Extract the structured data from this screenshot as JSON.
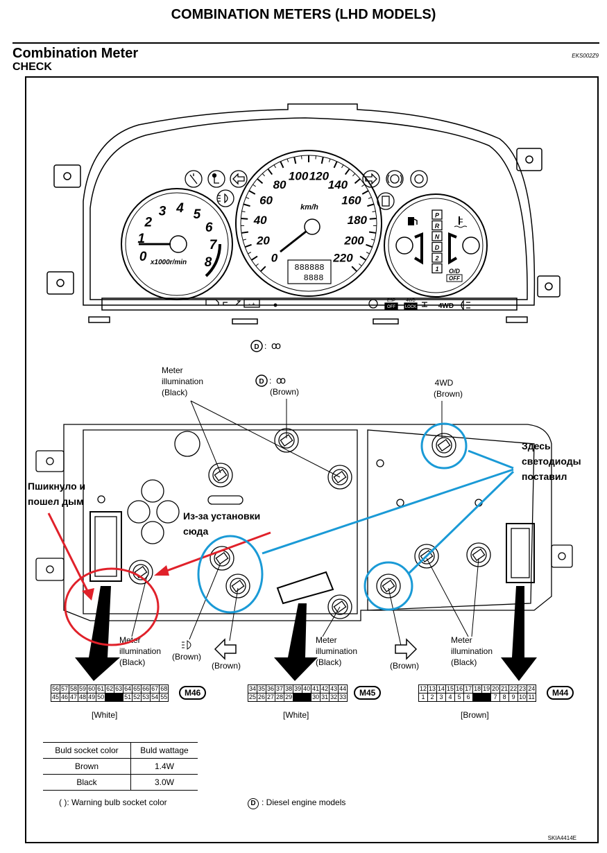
{
  "header": {
    "title": "COMBINATION METERS (LHD MODELS)",
    "section_title": "Combination Meter",
    "section_subtitle": "CHECK",
    "doc_code": "EKS002Z9"
  },
  "gauges": {
    "tacho_numbers": [
      "0",
      "1",
      "2",
      "3",
      "4",
      "5",
      "6",
      "7",
      "8"
    ],
    "tacho_unit": "x1000r/min",
    "speedo_numbers": [
      "0",
      "20",
      "40",
      "60",
      "80",
      "100",
      "120",
      "140",
      "160",
      "180",
      "200",
      "220"
    ],
    "speedo_unit": "km/h",
    "odo_display": "888888",
    "trip_display": "8888",
    "gear_letters": [
      "P",
      "R",
      "N",
      "D",
      "2",
      "1"
    ],
    "od_label": "O/D",
    "od_off": "OFF",
    "esp_label": "ESP",
    "esp_off": "OFF",
    "lock_top": "4WD",
    "lock_label": "LOCK",
    "fwd_label": "4WD",
    "diesel_mark": "D",
    "diesel_glow": "ꝏ"
  },
  "rear_labels": {
    "meter_illum_top": [
      "Meter",
      "illumination",
      "(Black)"
    ],
    "diesel_top": "(Brown)",
    "fwd_top": [
      "4WD",
      "(Brown)"
    ],
    "meter_illum_left": [
      "Meter",
      "illumination",
      "(Black)"
    ],
    "brown_left_small": "(Brown)",
    "brown_left_arrow": "(Brown)",
    "meter_illum_mid": [
      "Meter",
      "illumination",
      "(Black)"
    ],
    "brown_right_arrow": "(Brown)",
    "meter_illum_right": [
      "Meter",
      "illumination",
      "(Black)"
    ]
  },
  "annotations": {
    "smoke": [
      "Пшикнуло и",
      "пошел дым"
    ],
    "because": [
      "Из-за установки",
      "сюда"
    ],
    "leds": [
      "Здесь",
      "светодиоды",
      "поставил"
    ]
  },
  "connectors": [
    {
      "id": "M46",
      "color": "[White]",
      "row1": [
        "56",
        "57",
        "58",
        "59",
        "60",
        "61",
        "62",
        "63",
        "64",
        "65",
        "66",
        "67",
        "68"
      ],
      "row2": [
        "45",
        "46",
        "47",
        "48",
        "49",
        "50",
        "",
        "51",
        "52",
        "53",
        "54",
        "55"
      ]
    },
    {
      "id": "M45",
      "color": "[White]",
      "row1": [
        "34",
        "35",
        "36",
        "37",
        "38",
        "39",
        "40",
        "41",
        "42",
        "43",
        "44"
      ],
      "row2": [
        "25",
        "26",
        "27",
        "28",
        "29",
        "",
        "30",
        "31",
        "32",
        "33"
      ]
    },
    {
      "id": "M44",
      "color": "[Brown]",
      "row1": [
        "12",
        "13",
        "14",
        "15",
        "16",
        "17",
        "18",
        "19",
        "20",
        "21",
        "22",
        "23",
        "24"
      ],
      "row2": [
        "1",
        "2",
        "3",
        "4",
        "5",
        "6",
        "",
        "7",
        "8",
        "9",
        "10",
        "11"
      ]
    }
  ],
  "legend": {
    "headers": [
      "Buld socket color",
      "Buld wattage"
    ],
    "rows": [
      [
        "Brown",
        "1.4W"
      ],
      [
        "Black",
        "3.0W"
      ]
    ],
    "note": "(  ): Warning bulb socket color",
    "diesel_note_mark": "D",
    "diesel_note": ": Diesel engine models"
  },
  "figure_code": "SKIA4414E",
  "colors": {
    "annotation_red": "#e0212a",
    "annotation_blue": "#1a9ad6"
  }
}
